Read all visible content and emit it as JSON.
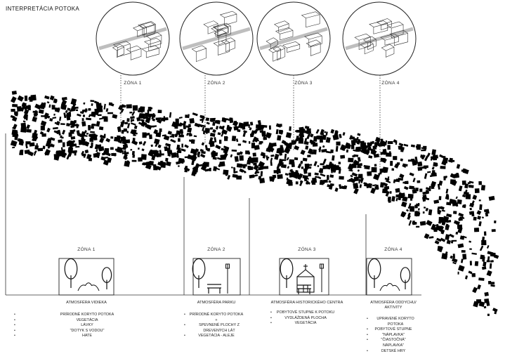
{
  "title": "INTERPRETÁCIA POTOKA",
  "zones": [
    {
      "top_label": "ZÓNA 1",
      "section_label": "ZÓNA 1",
      "atmosphere": [
        "ATMOSFÉRA VIDIEKA"
      ],
      "items": [
        "PRÍRODNÉ KORYTO POTOKA",
        "VEGETÁCIA",
        "LÁVKY",
        "\"DOTYK S VODOU\"",
        "HATE"
      ],
      "icon": "trees-and-shrubs-icon"
    },
    {
      "top_label": "ZÓNA 2",
      "section_label": "ZÓNA 2",
      "atmosphere": [
        "ATMOSFÉRA PARKU"
      ],
      "items": [
        "PRÍRODNÉ KORYTO POTOKA",
        "+",
        "SPEVNENÉ PLOCHY Z DREVENÝCH LÁT",
        "VEGETÁCIA - ALEJE"
      ],
      "icon": "tree-bench-lamp-icon"
    },
    {
      "top_label": "ZÓNA 3",
      "section_label": "ZÓNA 3",
      "atmosphere": [
        "ATMOSFÉRA HISTORICKÉHO CENTRA"
      ],
      "items": [
        "POBYTOVÉ STUPNE K POTOKU",
        "VYDLÁŽDENÁ PLOCHA",
        "VEGETÁCIA"
      ],
      "icon": "church-tree-lamp-icon"
    },
    {
      "top_label": "ZÓNA 4",
      "section_label": "ZÓNA 4",
      "atmosphere": [
        "ATMOSFÉRA ODDYCHU/",
        "AKTIVITY"
      ],
      "items": [
        "UPRAVENÉ KORYTO POTOKA",
        "POBYTOVÉ STUPNE",
        "\"NÁPLAVKA\"",
        "\"ČIASTOČNÁ\"",
        "NÁPLAVKA\"",
        "DETSKÉ HRY"
      ],
      "icon": "trees-and-shrubs-icon"
    }
  ]
}
